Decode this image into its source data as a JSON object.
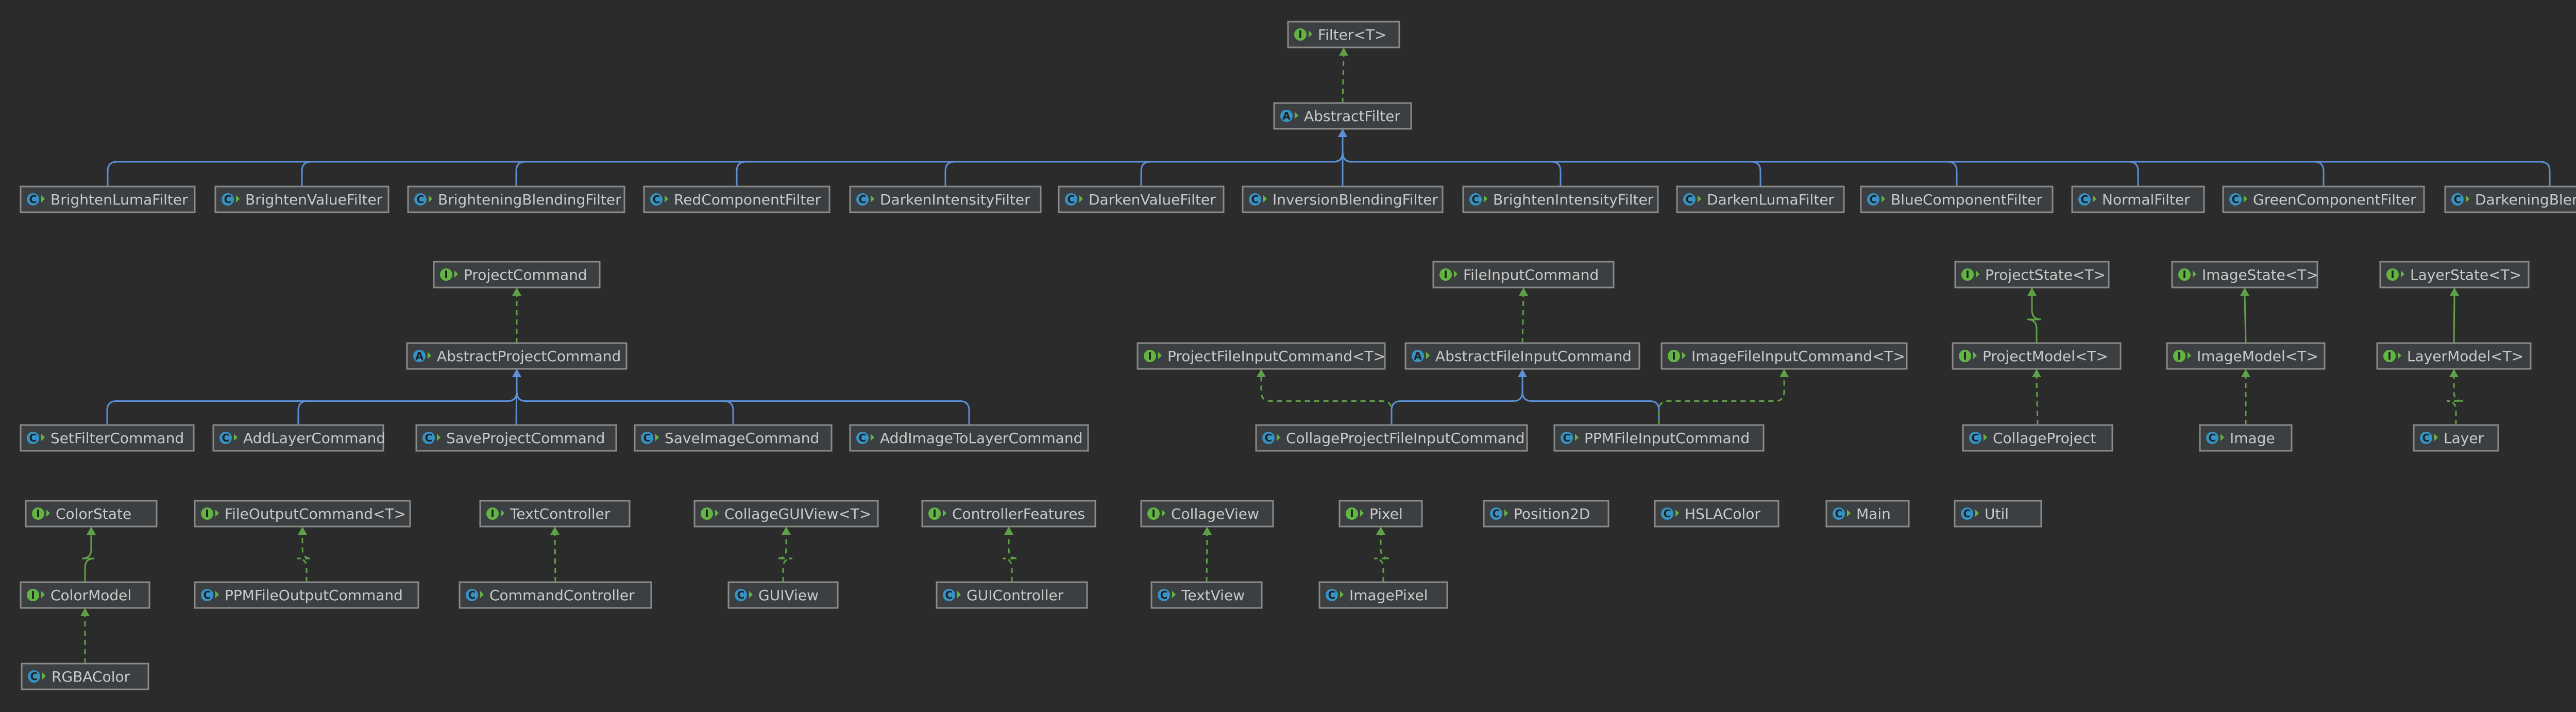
{
  "colors": {
    "background": "#2b2b2b",
    "box_fill": "#3c3f41",
    "box_border": "#8a8a8a",
    "text": "#c9c9c9",
    "interface_icon": "#62b543",
    "class_icon": "#3592c4",
    "implements_edge": "#5fa147",
    "extends_edge": "#5b8fd6"
  },
  "nodes": [
    {
      "id": "filter",
      "label": "Filter<T>",
      "kind": "interface",
      "icon": "interface-icon"
    },
    {
      "id": "abstract-filter",
      "label": "AbstractFilter",
      "kind": "abstract",
      "icon": "abstract-class-icon"
    },
    {
      "id": "brighten-luma-filter",
      "label": "BrightenLumaFilter",
      "kind": "class",
      "icon": "class-icon"
    },
    {
      "id": "brighten-value-filter",
      "label": "BrightenValueFilter",
      "kind": "class",
      "icon": "class-icon"
    },
    {
      "id": "brightening-blending-filter",
      "label": "BrighteningBlendingFilter",
      "kind": "class",
      "icon": "class-icon"
    },
    {
      "id": "red-component-filter",
      "label": "RedComponentFilter",
      "kind": "class",
      "icon": "class-icon"
    },
    {
      "id": "darken-intensity-filter",
      "label": "DarkenIntensityFilter",
      "kind": "class",
      "icon": "class-icon"
    },
    {
      "id": "darken-value-filter",
      "label": "DarkenValueFilter",
      "kind": "class",
      "icon": "class-icon"
    },
    {
      "id": "inversion-blending-filter",
      "label": "InversionBlendingFilter",
      "kind": "class",
      "icon": "class-icon"
    },
    {
      "id": "brighten-intensity-filter",
      "label": "BrightenIntensityFilter",
      "kind": "class",
      "icon": "class-icon"
    },
    {
      "id": "darken-luma-filter",
      "label": "DarkenLumaFilter",
      "kind": "class",
      "icon": "class-icon"
    },
    {
      "id": "blue-component-filter",
      "label": "BlueComponentFilter",
      "kind": "class",
      "icon": "class-icon"
    },
    {
      "id": "normal-filter",
      "label": "NormalFilter",
      "kind": "class",
      "icon": "class-icon"
    },
    {
      "id": "green-component-filter",
      "label": "GreenComponentFilter",
      "kind": "class",
      "icon": "class-icon"
    },
    {
      "id": "darkening-blending-filter",
      "label": "DarkeningBlendingFilter",
      "kind": "class",
      "icon": "class-icon"
    },
    {
      "id": "project-command",
      "label": "ProjectCommand",
      "kind": "interface",
      "icon": "interface-icon"
    },
    {
      "id": "abstract-project-command",
      "label": "AbstractProjectCommand",
      "kind": "abstract",
      "icon": "abstract-class-icon"
    },
    {
      "id": "set-filter-command",
      "label": "SetFilterCommand",
      "kind": "class",
      "icon": "class-icon"
    },
    {
      "id": "add-layer-command",
      "label": "AddLayerCommand",
      "kind": "class",
      "icon": "class-icon"
    },
    {
      "id": "save-project-command",
      "label": "SaveProjectCommand",
      "kind": "class",
      "icon": "class-icon"
    },
    {
      "id": "save-image-command",
      "label": "SaveImageCommand",
      "kind": "class",
      "icon": "class-icon"
    },
    {
      "id": "add-image-to-layer-command",
      "label": "AddImageToLayerCommand",
      "kind": "class",
      "icon": "class-icon"
    },
    {
      "id": "file-input-command",
      "label": "FileInputCommand",
      "kind": "interface",
      "icon": "interface-icon"
    },
    {
      "id": "project-file-input-command",
      "label": "ProjectFileInputCommand<T>",
      "kind": "interface",
      "icon": "interface-icon"
    },
    {
      "id": "abstract-file-input-command",
      "label": "AbstractFileInputCommand",
      "kind": "abstract",
      "icon": "abstract-class-icon"
    },
    {
      "id": "image-file-input-command",
      "label": "ImageFileInputCommand<T>",
      "kind": "interface",
      "icon": "interface-icon"
    },
    {
      "id": "collage-project-file-input-command",
      "label": "CollageProjectFileInputCommand",
      "kind": "class",
      "icon": "class-icon"
    },
    {
      "id": "ppm-file-input-command",
      "label": "PPMFileInputCommand",
      "kind": "class",
      "icon": "class-icon"
    },
    {
      "id": "project-state",
      "label": "ProjectState<T>",
      "kind": "interface",
      "icon": "interface-icon"
    },
    {
      "id": "project-model",
      "label": "ProjectModel<T>",
      "kind": "interface",
      "icon": "interface-icon"
    },
    {
      "id": "collage-project",
      "label": "CollageProject",
      "kind": "class",
      "icon": "class-icon"
    },
    {
      "id": "image-state",
      "label": "ImageState<T>",
      "kind": "interface",
      "icon": "interface-icon"
    },
    {
      "id": "image-model",
      "label": "ImageModel<T>",
      "kind": "interface",
      "icon": "interface-icon"
    },
    {
      "id": "image",
      "label": "Image",
      "kind": "class",
      "icon": "class-icon"
    },
    {
      "id": "layer-state",
      "label": "LayerState<T>",
      "kind": "interface",
      "icon": "interface-icon"
    },
    {
      "id": "layer-model",
      "label": "LayerModel<T>",
      "kind": "interface",
      "icon": "interface-icon"
    },
    {
      "id": "layer",
      "label": "Layer",
      "kind": "class",
      "icon": "class-icon"
    },
    {
      "id": "color-state",
      "label": "ColorState",
      "kind": "interface",
      "icon": "interface-icon"
    },
    {
      "id": "color-model",
      "label": "ColorModel",
      "kind": "interface",
      "icon": "interface-icon"
    },
    {
      "id": "rgba-color",
      "label": "RGBAColor",
      "kind": "class",
      "icon": "class-icon"
    },
    {
      "id": "file-output-command",
      "label": "FileOutputCommand<T>",
      "kind": "interface",
      "icon": "interface-icon"
    },
    {
      "id": "ppm-file-output-command",
      "label": "PPMFileOutputCommand",
      "kind": "class",
      "icon": "class-icon"
    },
    {
      "id": "text-controller",
      "label": "TextController",
      "kind": "interface",
      "icon": "interface-icon"
    },
    {
      "id": "command-controller",
      "label": "CommandController",
      "kind": "class",
      "icon": "class-icon"
    },
    {
      "id": "collage-gui-view",
      "label": "CollageGUIView<T>",
      "kind": "interface",
      "icon": "interface-icon"
    },
    {
      "id": "gui-view",
      "label": "GUIView",
      "kind": "class",
      "icon": "class-icon"
    },
    {
      "id": "controller-features",
      "label": "ControllerFeatures",
      "kind": "interface",
      "icon": "interface-icon"
    },
    {
      "id": "gui-controller",
      "label": "GUIController",
      "kind": "class",
      "icon": "class-icon"
    },
    {
      "id": "collage-view",
      "label": "CollageView",
      "kind": "interface",
      "icon": "interface-icon"
    },
    {
      "id": "text-view",
      "label": "TextView",
      "kind": "class",
      "icon": "class-icon"
    },
    {
      "id": "pixel",
      "label": "Pixel",
      "kind": "interface",
      "icon": "interface-icon"
    },
    {
      "id": "image-pixel",
      "label": "ImagePixel",
      "kind": "class",
      "icon": "class-icon"
    },
    {
      "id": "position-2d",
      "label": "Position2D",
      "kind": "class",
      "icon": "class-icon"
    },
    {
      "id": "hsla-color",
      "label": "HSLAColor",
      "kind": "class",
      "icon": "class-icon"
    },
    {
      "id": "main",
      "label": "Main",
      "kind": "class",
      "icon": "class-icon"
    },
    {
      "id": "util",
      "label": "Util",
      "kind": "class",
      "icon": "class-icon"
    }
  ],
  "edges": [
    {
      "from": "abstract-filter",
      "to": "filter",
      "type": "implements"
    },
    {
      "from": "brighten-luma-filter",
      "to": "abstract-filter",
      "type": "extends"
    },
    {
      "from": "brighten-value-filter",
      "to": "abstract-filter",
      "type": "extends"
    },
    {
      "from": "brightening-blending-filter",
      "to": "abstract-filter",
      "type": "extends"
    },
    {
      "from": "red-component-filter",
      "to": "abstract-filter",
      "type": "extends"
    },
    {
      "from": "darken-intensity-filter",
      "to": "abstract-filter",
      "type": "extends"
    },
    {
      "from": "darken-value-filter",
      "to": "abstract-filter",
      "type": "extends"
    },
    {
      "from": "inversion-blending-filter",
      "to": "abstract-filter",
      "type": "extends"
    },
    {
      "from": "brighten-intensity-filter",
      "to": "abstract-filter",
      "type": "extends"
    },
    {
      "from": "darken-luma-filter",
      "to": "abstract-filter",
      "type": "extends"
    },
    {
      "from": "blue-component-filter",
      "to": "abstract-filter",
      "type": "extends"
    },
    {
      "from": "normal-filter",
      "to": "abstract-filter",
      "type": "extends"
    },
    {
      "from": "green-component-filter",
      "to": "abstract-filter",
      "type": "extends"
    },
    {
      "from": "darkening-blending-filter",
      "to": "abstract-filter",
      "type": "extends"
    },
    {
      "from": "abstract-project-command",
      "to": "project-command",
      "type": "implements"
    },
    {
      "from": "set-filter-command",
      "to": "abstract-project-command",
      "type": "extends"
    },
    {
      "from": "add-layer-command",
      "to": "abstract-project-command",
      "type": "extends"
    },
    {
      "from": "save-project-command",
      "to": "abstract-project-command",
      "type": "extends"
    },
    {
      "from": "save-image-command",
      "to": "abstract-project-command",
      "type": "extends"
    },
    {
      "from": "add-image-to-layer-command",
      "to": "abstract-project-command",
      "type": "extends"
    },
    {
      "from": "abstract-file-input-command",
      "to": "file-input-command",
      "type": "implements"
    },
    {
      "from": "collage-project-file-input-command",
      "to": "project-file-input-command",
      "type": "implements"
    },
    {
      "from": "collage-project-file-input-command",
      "to": "abstract-file-input-command",
      "type": "extends"
    },
    {
      "from": "ppm-file-input-command",
      "to": "abstract-file-input-command",
      "type": "extends"
    },
    {
      "from": "ppm-file-input-command",
      "to": "image-file-input-command",
      "type": "implements"
    },
    {
      "from": "project-model",
      "to": "project-state",
      "type": "extends-interface"
    },
    {
      "from": "collage-project",
      "to": "project-model",
      "type": "implements"
    },
    {
      "from": "image-model",
      "to": "image-state",
      "type": "extends-interface"
    },
    {
      "from": "image",
      "to": "image-model",
      "type": "implements"
    },
    {
      "from": "layer-model",
      "to": "layer-state",
      "type": "extends-interface"
    },
    {
      "from": "layer",
      "to": "layer-model",
      "type": "implements"
    },
    {
      "from": "color-model",
      "to": "color-state",
      "type": "extends-interface"
    },
    {
      "from": "rgba-color",
      "to": "color-model",
      "type": "implements"
    },
    {
      "from": "ppm-file-output-command",
      "to": "file-output-command",
      "type": "implements"
    },
    {
      "from": "command-controller",
      "to": "text-controller",
      "type": "implements"
    },
    {
      "from": "gui-view",
      "to": "collage-gui-view",
      "type": "implements"
    },
    {
      "from": "gui-controller",
      "to": "controller-features",
      "type": "implements"
    },
    {
      "from": "text-view",
      "to": "collage-view",
      "type": "implements"
    },
    {
      "from": "image-pixel",
      "to": "pixel",
      "type": "implements"
    }
  ]
}
